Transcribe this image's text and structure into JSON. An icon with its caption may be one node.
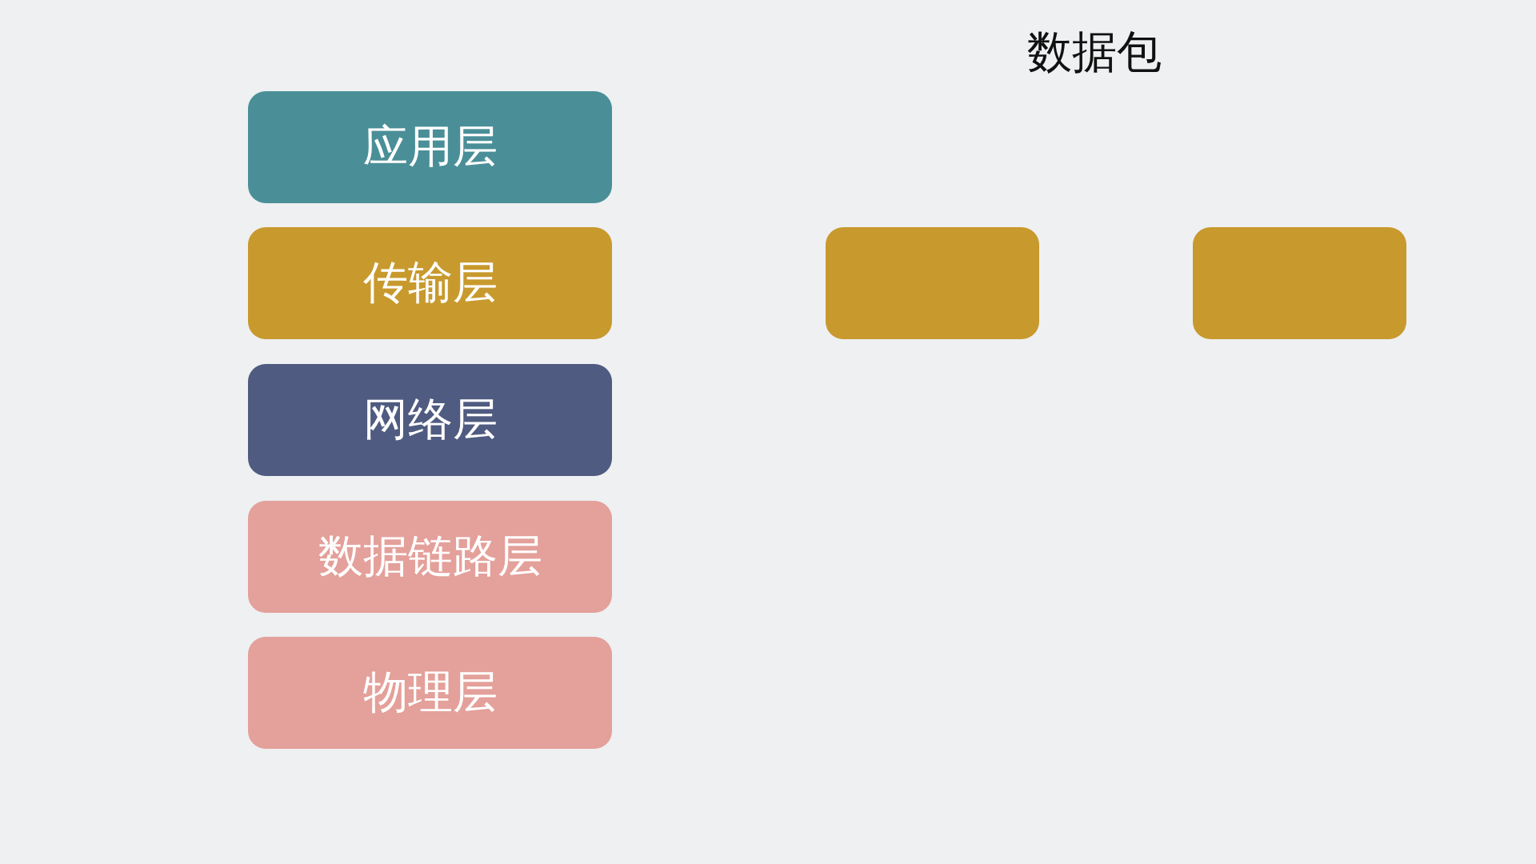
{
  "diagram": {
    "title": "数据包",
    "nodes": [
      {
        "text": [
          "应用层"
        ]
      },
      {
        "text": [
          "传输层"
        ]
      },
      {
        "text": [
          "网络层"
        ]
      },
      {
        "text": [
          "数据链路层"
        ]
      },
      {
        "text": [
          "物理层"
        ]
      },
      {
        "text": [],
        "shape": "box"
      },
      {
        "text": [],
        "shape": "box"
      }
    ]
  }
}
